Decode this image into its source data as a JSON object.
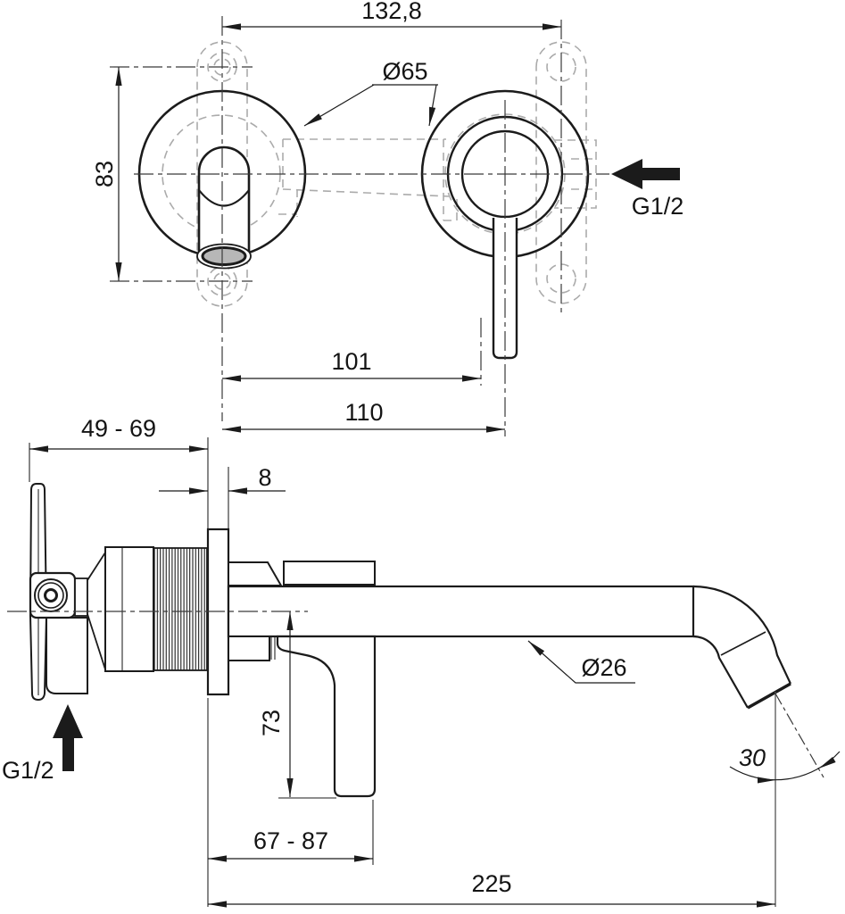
{
  "front_view": {
    "hole_spacing": "132,8",
    "escutcheon_diameter": "Ø65",
    "hole_height": "83",
    "inlet_thread": "G1/2",
    "spout_center_distance": "101",
    "handle_center_distance": "110"
  },
  "side_view": {
    "install_depth_range": "49 - 69",
    "plate_thickness": "8",
    "lever_drop": "73",
    "handle_reach_range": "67 - 87",
    "spout_reach": "225",
    "spout_diameter": "Ø26",
    "spout_angle": "30",
    "inlet_thread": "G1/2"
  },
  "colors": {
    "line": "#1b1b1b",
    "hidden_line": "#ababab",
    "centerline": "#3a3a3a",
    "outlet_fill": "#b7b7b7",
    "background": "#ffffff"
  }
}
